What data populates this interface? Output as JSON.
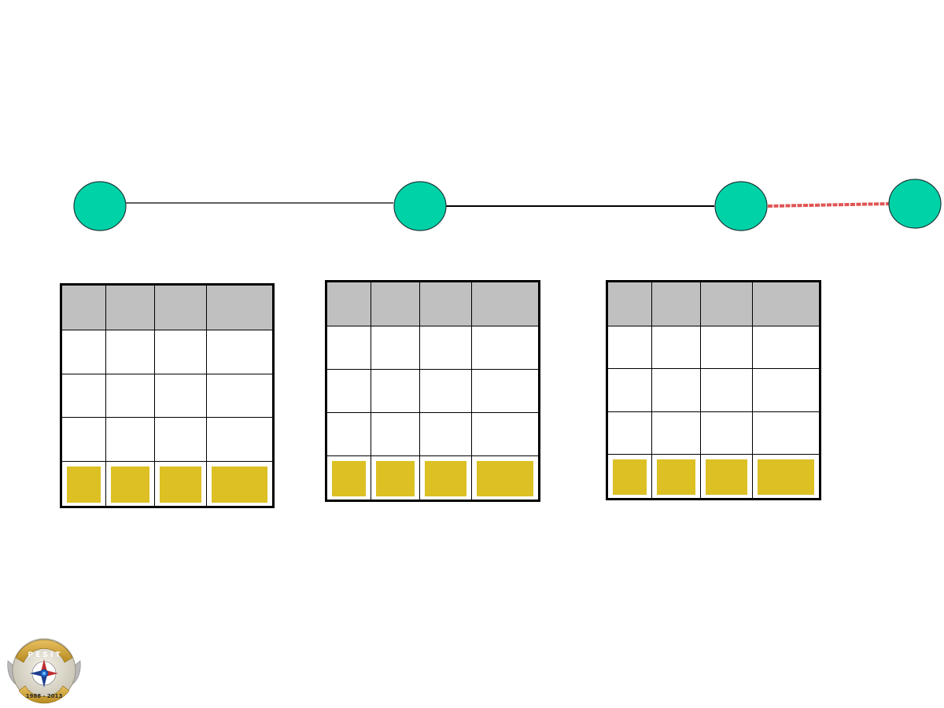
{
  "colors": {
    "node_fill": "#00d2a8",
    "node_stroke": "#1e3a3a",
    "link": "#000000",
    "highlight_link": "#e05555",
    "table_header": "#c0c0c0",
    "table_footer": "#dcc024"
  },
  "network": {
    "nodes": [
      "node-1",
      "node-2",
      "node-3",
      "node-4"
    ],
    "links": [
      {
        "from": "node-1",
        "to": "node-2",
        "highlighted": false
      },
      {
        "from": "node-2",
        "to": "node-3",
        "highlighted": false
      },
      {
        "from": "node-3",
        "to": "node-4",
        "highlighted": true
      }
    ]
  },
  "tables": [
    {
      "columns": 4,
      "header_rows": 1,
      "empty_rows": 3,
      "footer_rows": 1
    },
    {
      "columns": 4,
      "header_rows": 1,
      "empty_rows": 3,
      "footer_rows": 1
    },
    {
      "columns": 4,
      "header_rows": 1,
      "empty_rows": 3,
      "footer_rows": 1
    }
  ],
  "logo": {
    "text_top": "P E S I T",
    "text_bottom": "1988 - 2013",
    "icon": "pesit-emblem-icon"
  }
}
